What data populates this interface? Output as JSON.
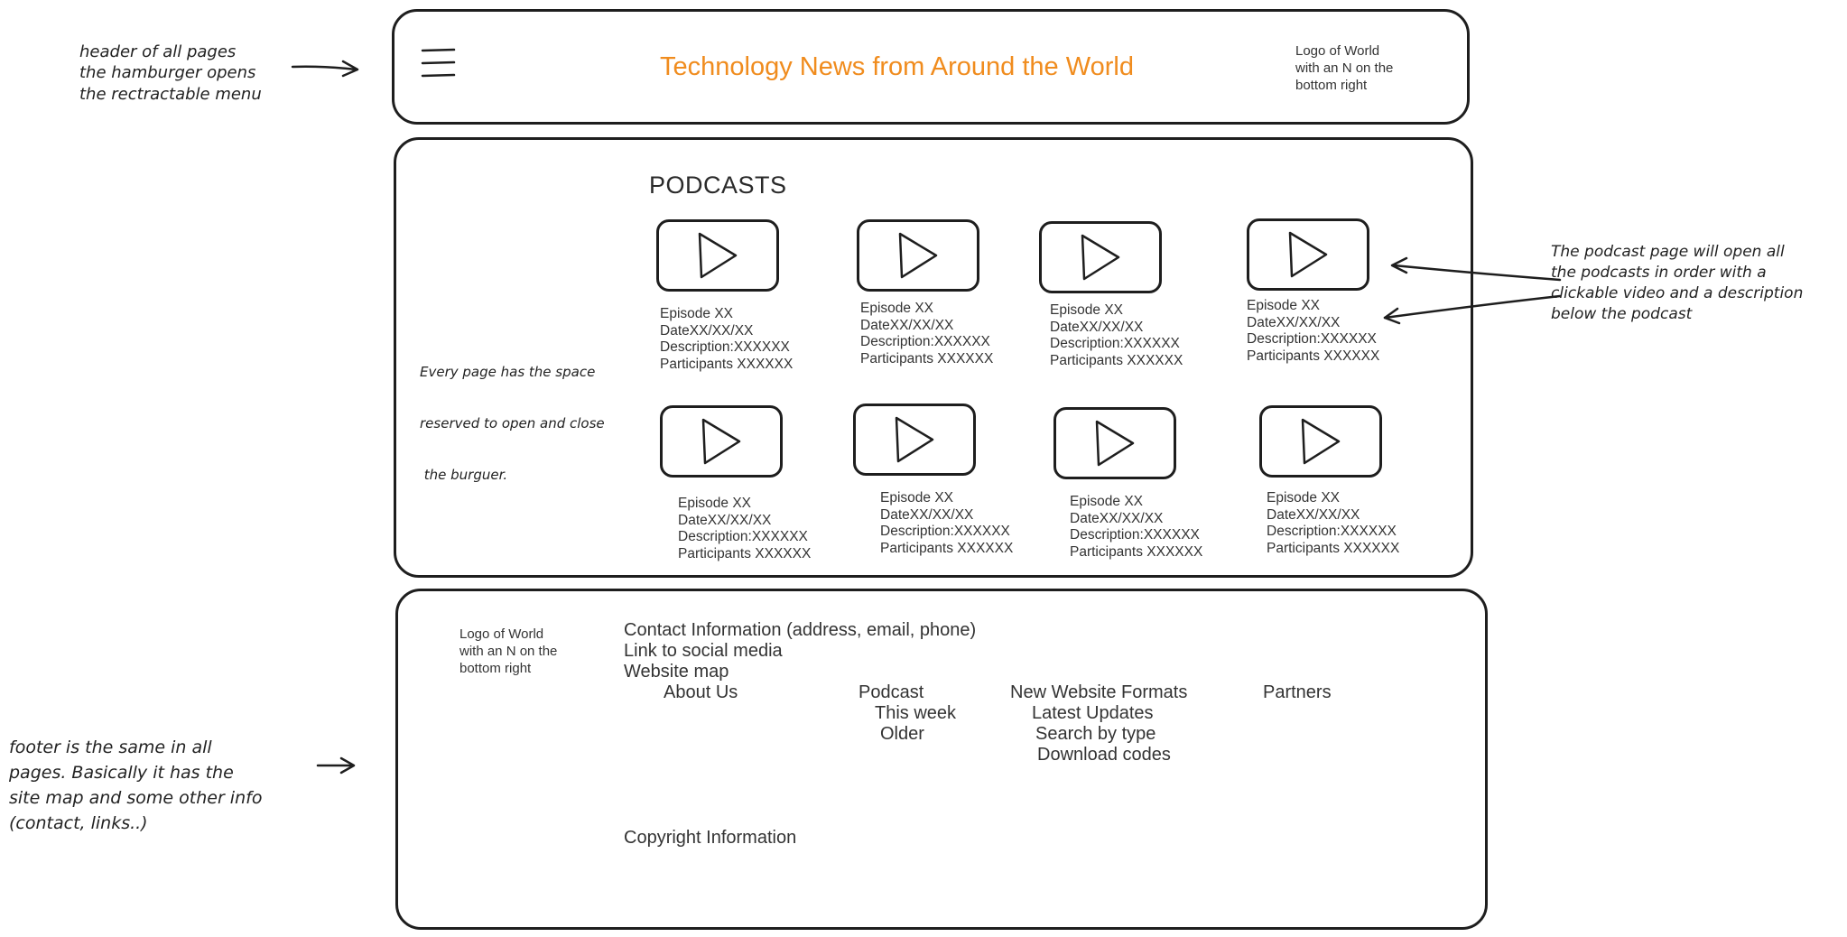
{
  "header": {
    "title": "Technology News from Around the World",
    "logo_note": [
      "Logo of World",
      "with an N on the",
      "bottom right"
    ]
  },
  "notes": {
    "header_note": [
      "header of all pages",
      "the hamburger opens",
      "the rectractable menu"
    ],
    "burger_note": [
      "Every page has the space",
      "reserved to open and close",
      " the burguer."
    ],
    "podcast_note": [
      "The podcast page will open all",
      "the podcasts in order with a",
      "clickable video and a description",
      "below the podcast"
    ],
    "footer_note": [
      "footer is the same in all",
      "pages. Basically it has the",
      "site map and some other info",
      "(contact, links..)"
    ]
  },
  "main": {
    "heading": "PODCASTS",
    "episodes": [
      {
        "episode": "Episode XX",
        "date": "DateXX/XX/XX",
        "description": "Description:XXXXXX",
        "participants": "Participants XXXXXX"
      },
      {
        "episode": "Episode XX",
        "date": "DateXX/XX/XX",
        "description": "Description:XXXXXX",
        "participants": "Participants XXXXXX"
      },
      {
        "episode": "Episode XX",
        "date": "DateXX/XX/XX",
        "description": "Description:XXXXXX",
        "participants": "Participants XXXXXX"
      },
      {
        "episode": "Episode XX",
        "date": "DateXX/XX/XX",
        "description": "Description:XXXXXX",
        "participants": "Participants XXXXXX"
      },
      {
        "episode": "Episode XX",
        "date": "DateXX/XX/XX",
        "description": "Description:XXXXXX",
        "participants": "Participants XXXXXX"
      },
      {
        "episode": "Episode XX",
        "date": "DateXX/XX/XX",
        "description": "Description:XXXXXX",
        "participants": "Participants XXXXXX"
      },
      {
        "episode": "Episode XX",
        "date": "DateXX/XX/XX",
        "description": "Description:XXXXXX",
        "participants": "Participants XXXXXX"
      },
      {
        "episode": "Episode XX",
        "date": "DateXX/XX/XX",
        "description": "Description:XXXXXX",
        "participants": "Participants XXXXXX"
      }
    ]
  },
  "footer": {
    "logo_note": [
      "Logo of World",
      "with an N on the",
      "bottom right"
    ],
    "contact": "Contact Information (address, email, phone)",
    "social": "Link to social media",
    "sitemap": "Website map",
    "about": "About Us",
    "podcast": "Podcast",
    "podcast_sub": [
      "This week",
      "Older"
    ],
    "formats": "New Website Formats",
    "formats_sub": [
      "Latest Updates",
      "Search by type",
      "Download codes"
    ],
    "partners": "Partners",
    "copyright": "Copyright Information"
  },
  "colors": {
    "title": "#f08c1e",
    "stroke": "#1e1e1e"
  },
  "icons": {
    "menu": "hamburger-icon",
    "play": "play-icon",
    "arrow": "arrow-icon"
  }
}
